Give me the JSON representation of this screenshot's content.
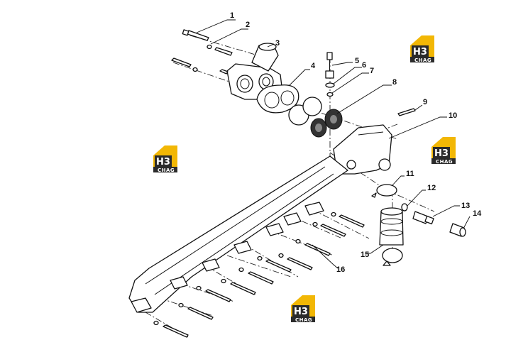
{
  "callouts": [
    "1",
    "2",
    "3",
    "4",
    "5",
    "6",
    "7",
    "8",
    "9",
    "10",
    "11",
    "12",
    "13",
    "14",
    "15",
    "16"
  ],
  "watermark": {
    "mark": "H3",
    "word": "CHAG",
    "color_gold": "#f2b705",
    "color_dark": "#2b2b2b"
  }
}
